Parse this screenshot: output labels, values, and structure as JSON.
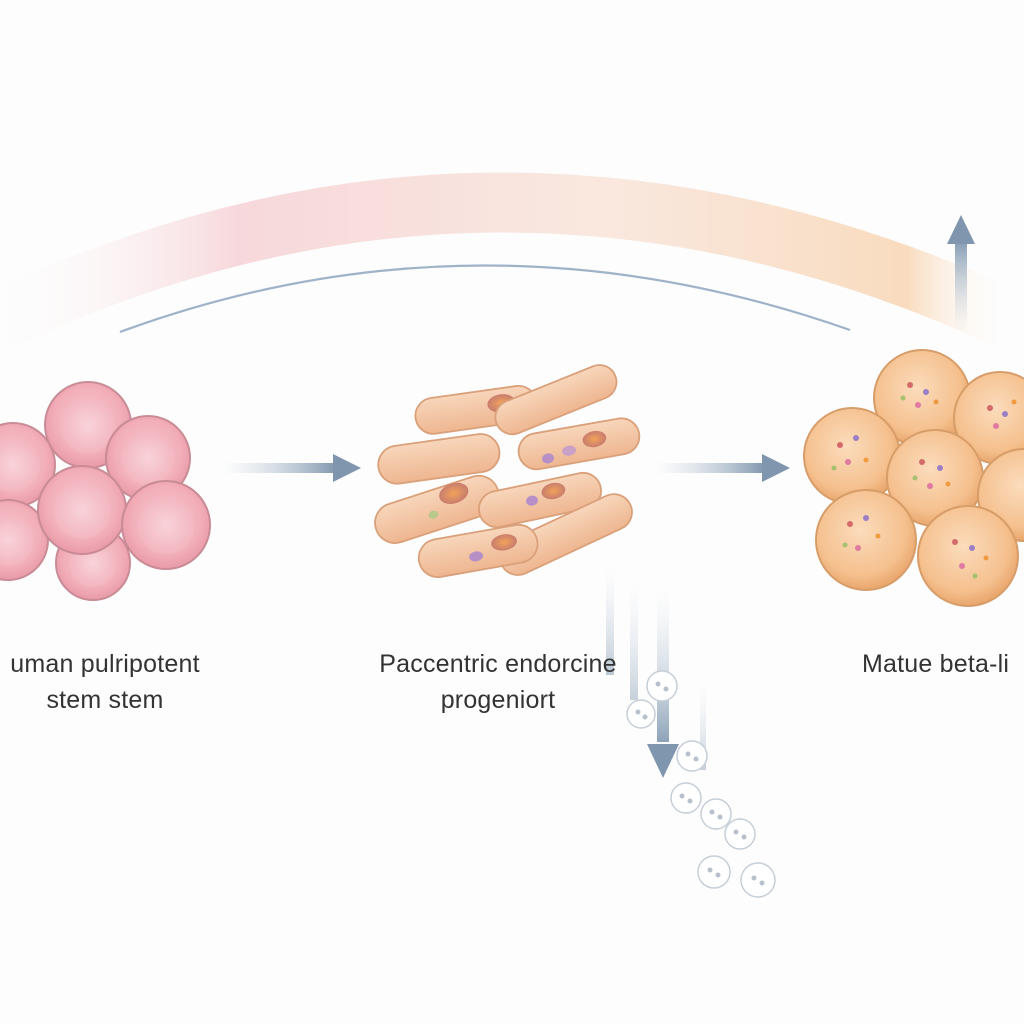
{
  "stages": [
    {
      "line1": "uman pulripotent",
      "line2": "stem stem"
    },
    {
      "line1": "Paccentric endorcine",
      "line2": "progeniort"
    },
    {
      "line1": "Matue beta-li",
      "line2": ""
    }
  ],
  "colors": {
    "stem_cell_fill": "#f4b9c2",
    "stem_cell_edge": "#c98b96",
    "progenitor_fill": "#f3c7a4",
    "progenitor_edge": "#d9a07a",
    "beta_cell_fill": "#f6c99a",
    "beta_cell_edge": "#d79d68",
    "arrow": "#8aa0b8",
    "arc_gradient_start": "#f7d7d9",
    "arc_gradient_end": "#f8dcc0",
    "arc_line": "#9fb3c8"
  },
  "icons": [
    "arrow-right-icon",
    "arrow-up-icon",
    "arrow-down-icon"
  ]
}
